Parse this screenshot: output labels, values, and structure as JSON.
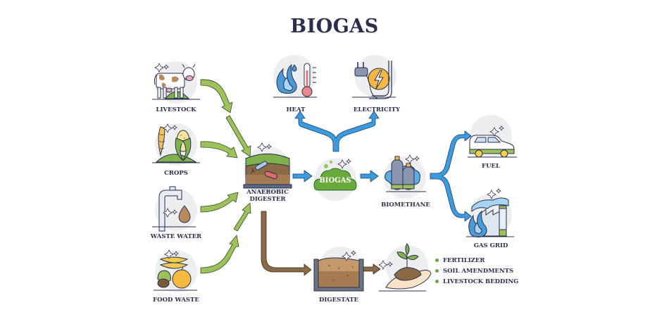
{
  "title": "BIOGAS",
  "colors": {
    "title": "#2a2f4f",
    "feed_arrow": "#9cc25a",
    "gas_arrow": "#3a9be0",
    "digestate_arrow": "#8b6a45",
    "circle_bg": "#eceef0",
    "bullet": "#6ea24a"
  },
  "inputs": [
    {
      "id": "livestock",
      "label": "LIVESTOCK",
      "icon": "cow-icon"
    },
    {
      "id": "crops",
      "label": "CROPS",
      "icon": "crops-icon"
    },
    {
      "id": "waste_water",
      "label": "WASTE WATER",
      "icon": "faucet-icon"
    },
    {
      "id": "food_waste",
      "label": "FOOD WASTE",
      "icon": "food-waste-icon"
    }
  ],
  "digester": {
    "label_line1": "ANAEROBIC",
    "label_line2": "DIGESTER",
    "icon": "digester-tank-icon"
  },
  "biogas": {
    "label": "BIOGAS",
    "icon": "gas-cloud-icon"
  },
  "uses": [
    {
      "id": "heat",
      "label": "HEAT",
      "icon": "flame-thermometer-icon"
    },
    {
      "id": "electricity",
      "label": "ELECTRICITY",
      "icon": "plug-lightning-icon"
    }
  ],
  "biomethane": {
    "label": "BIOMETHANE",
    "icon": "gas-cylinders-icon"
  },
  "biomethane_uses": [
    {
      "id": "fuel",
      "label": "FUEL",
      "icon": "car-icon"
    },
    {
      "id": "gas_grid",
      "label": "GAS GRID",
      "icon": "gas-plant-icon"
    }
  ],
  "digestate": {
    "label": "DIGESTATE",
    "icon": "digestate-container-icon"
  },
  "soil": {
    "icon": "hands-sprout-icon",
    "uses": [
      "FERTILIZER",
      "SOIL AMENDMENTS",
      "LIVESTOCK BEDDING"
    ]
  }
}
